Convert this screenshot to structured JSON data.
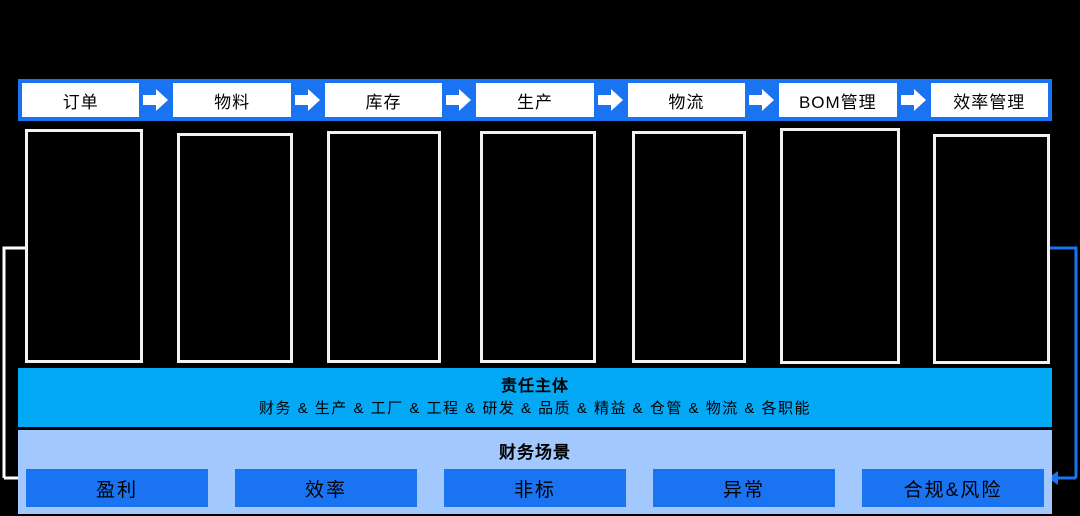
{
  "diagram": {
    "process_flow": {
      "nodes": [
        {
          "label": "订单"
        },
        {
          "label": "物料"
        },
        {
          "label": "库存"
        },
        {
          "label": "生产"
        },
        {
          "label": "物流"
        },
        {
          "label": "BOM管理"
        },
        {
          "label": "效率管理"
        }
      ],
      "arrow_icon": "arrow-right-icon",
      "bar_color": "#1A73F0",
      "node_bg": "#FFFFFF"
    },
    "columns": [
      {
        "name": "column-panel-1",
        "content": ""
      },
      {
        "name": "column-panel-2",
        "content": ""
      },
      {
        "name": "column-panel-3",
        "content": ""
      },
      {
        "name": "column-panel-4",
        "content": ""
      },
      {
        "name": "column-panel-5",
        "content": ""
      },
      {
        "name": "column-panel-6",
        "content": ""
      },
      {
        "name": "column-panel-7",
        "content": ""
      }
    ],
    "responsibility_band": {
      "title": "责任主体",
      "members": "财务 & 生产 & 工厂 & 工程 & 研发 & 品质 & 精益 & 仓管 & 物流 & 各职能",
      "color": "#03A9F4"
    },
    "finance_scene": {
      "title": "财务场景",
      "band_color": "#A3C8FD",
      "button_color": "#1A73F0",
      "buttons": [
        {
          "label": "盈利"
        },
        {
          "label": "效率"
        },
        {
          "label": "非标"
        },
        {
          "label": "异常"
        },
        {
          "label": "合规&风险"
        }
      ]
    },
    "connectors": {
      "left_bracket": {
        "name": "left-connector-arrow",
        "color": "#FFFFFF"
      },
      "right_bracket": {
        "name": "right-connector-arrow",
        "color": "#1A73F0"
      }
    }
  }
}
